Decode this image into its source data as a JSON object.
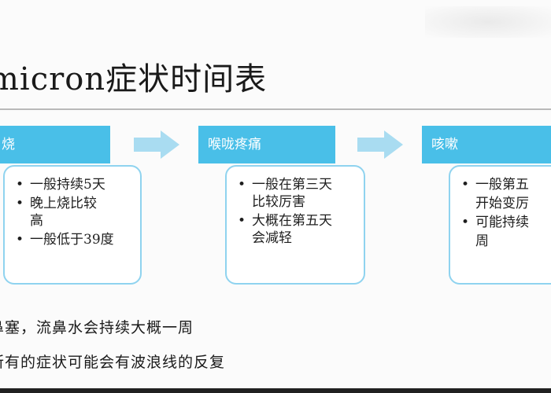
{
  "slide": {
    "title": "micron症状时间表",
    "stages": [
      {
        "header": "烧",
        "bullets": [
          "一般持续5天",
          "晚上烧比较高",
          "一般低于39度"
        ]
      },
      {
        "header": "喉咙疼痛",
        "bullets": [
          "一般在第三天比较厉害",
          "大概在第五天会减轻"
        ]
      },
      {
        "header": "咳嗽",
        "bullets": [
          "一般第五",
          "开始变厉",
          "可能持续",
          "周"
        ]
      }
    ],
    "notes": [
      "鼻塞，流鼻水会持续大概一周",
      "所有的症状可能会有波浪线的反复"
    ]
  },
  "colors": {
    "header_fill": "#49bfe8",
    "card_border": "#8fd3ef",
    "arrow_fill": "#a9dcf1"
  },
  "icons": {
    "arrow_1": "right-arrow-icon",
    "arrow_2": "right-arrow-icon"
  }
}
